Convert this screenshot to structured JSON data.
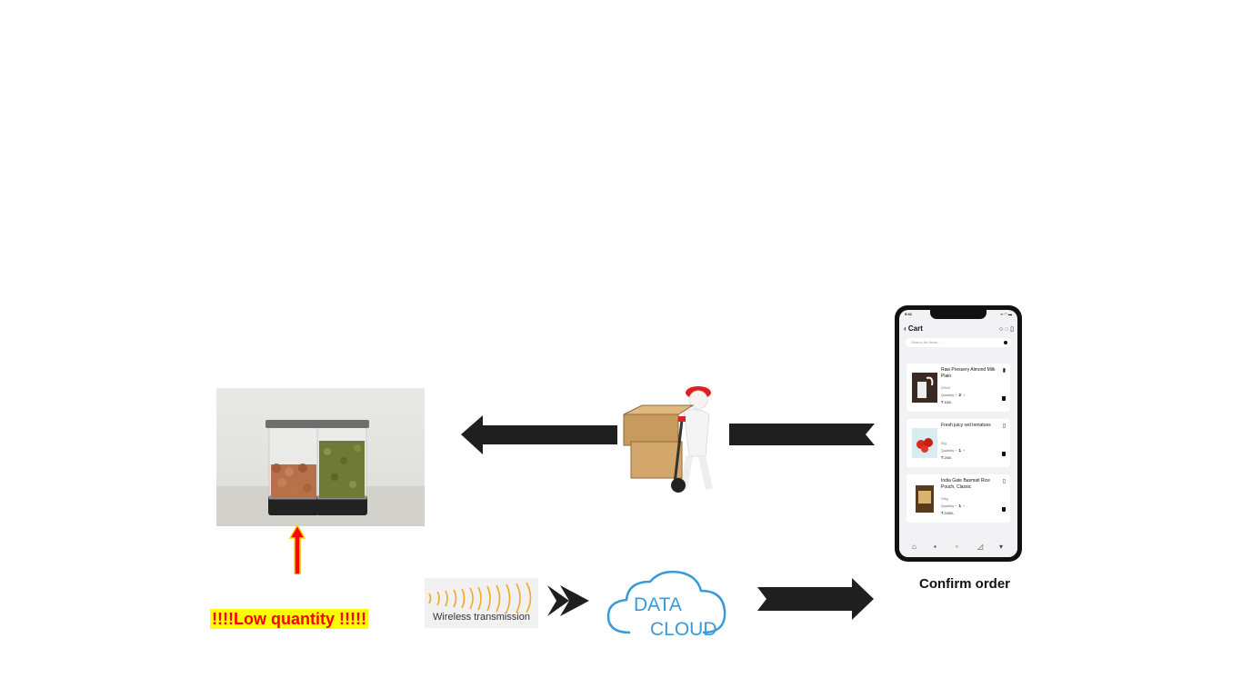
{
  "labels": {
    "low_quantity": "!!!!Low quantity !!!!!",
    "wireless": "Wireless transmission",
    "cloud_line1": "DATA",
    "cloud_line2": "CLOUD",
    "confirm": "Confirm order"
  },
  "phone": {
    "time": "9:41",
    "status": "▪▪ ◠ ▬",
    "title": "Cart",
    "header_icons": "○ ◌ ▯",
    "search_placeholder": "Search for items...",
    "items": [
      {
        "name": "Raw Pressery Almond Milk Plain",
        "size": "200ml",
        "qty_label": "Quantity",
        "qty": "2",
        "price": "₹ 160/-"
      },
      {
        "name": "Fresh juicy red tomatoes",
        "size": "5kg",
        "qty_label": "Quantity",
        "qty": "1",
        "price": "₹ 200/-"
      },
      {
        "name": "India Gate Basmati Rice Pouch, Classic",
        "size": "25kg",
        "qty_label": "Quantity",
        "qty": "1",
        "price": "₹ 2400/-"
      }
    ],
    "nav_icons": [
      "home-icon",
      "categories-icon",
      "orders-icon",
      "deals-icon",
      "cart-icon"
    ]
  },
  "colors": {
    "arrow": "#1f1f1f",
    "alert_red": "#ff0000",
    "alert_bg": "#ffff00",
    "cloud_blue": "#3a9ad9",
    "wave_orange": "#f5a623"
  }
}
